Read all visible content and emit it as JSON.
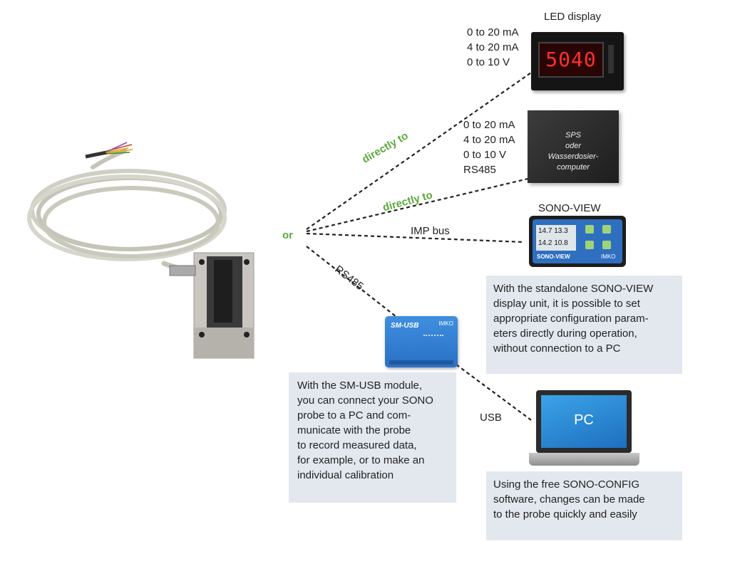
{
  "hub_label": "or",
  "led": {
    "title": "LED display",
    "signals": [
      "0 to 20 mA",
      "4 to 20 mA",
      "0 to 10 V"
    ],
    "readout": "5040"
  },
  "sps": {
    "signals": [
      "0 to 20 mA",
      "4 to 20 mA",
      "0 to 10 V",
      "RS485"
    ],
    "box_lines": [
      "SPS",
      "oder",
      "Wasserdosier-",
      "computer"
    ]
  },
  "links": {
    "directly_to_1": "directly to",
    "directly_to_2": "directly to",
    "imp_bus": "IMP bus",
    "rs485": "RS485",
    "usb": "USB"
  },
  "sono_view": {
    "title": "SONO-VIEW",
    "screen_values": [
      "14.7",
      "13.3",
      "14.2",
      "10.8"
    ],
    "brand": "SONO-VIEW",
    "logo": "IMKO",
    "note_lines": [
      "With the standalone SONO-VIEW",
      "display unit, it is possible to set",
      "appropriate configuration param-",
      "eters directly during operation,",
      "without connection to a PC"
    ]
  },
  "sm_usb": {
    "label": "SM-USB",
    "logo": "IMKO",
    "note_lines": [
      "With the SM-USB module,",
      "you can connect your SONO",
      "probe to a PC and com-",
      "municate with the probe",
      "to record measured data,",
      "for example, or to make an",
      "individual calibration"
    ]
  },
  "pc": {
    "screen_label": "PC",
    "note_lines": [
      "Using the free SONO-CONFIG",
      "software, changes can be made",
      "to the probe quickly and easily"
    ]
  },
  "colors": {
    "accent_green": "#5aaa3c",
    "note_bg": "#e3e8ee",
    "device_blue": "#2f7fd0"
  }
}
